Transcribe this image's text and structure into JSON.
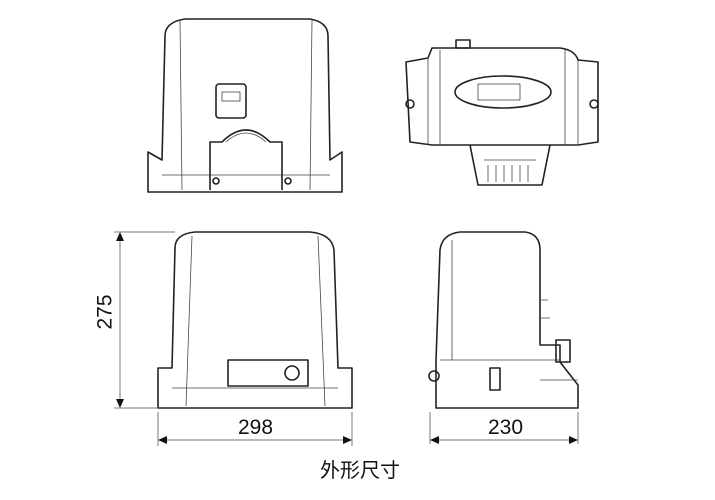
{
  "dimensions": {
    "height": "275",
    "width": "298",
    "depth": "230"
  },
  "caption": "外形尺寸"
}
